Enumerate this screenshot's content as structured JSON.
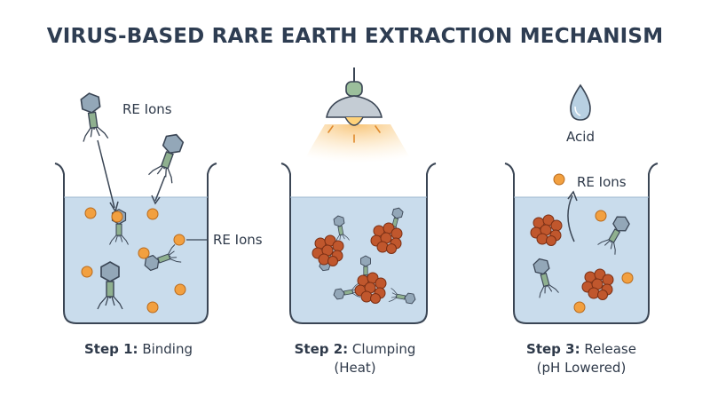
{
  "title": "VIRUS-BASED RARE EARTH EXTRACTION MECHANISM",
  "labels": {
    "re_ions_step1_top": "RE Ions",
    "re_ions_step1_side": "RE Ions",
    "acid": "Acid",
    "re_ions_step3": "RE Ions"
  },
  "steps": [
    {
      "bold": "Step 1:",
      "text": "Binding",
      "sub": ""
    },
    {
      "bold": "Step 2:",
      "text": "Clumping",
      "sub": "(Heat)"
    },
    {
      "bold": "Step 3:",
      "text": "Release",
      "sub": "(pH Lowered)"
    }
  ],
  "colors": {
    "liquid": "#c9dcec",
    "beaker_stroke": "#3a4554",
    "ion": "#f2a040",
    "clump": "#c0572d",
    "virus_head": "#93a7b8",
    "virus_tail": "#8fb08f",
    "lamp": "#9bbf9b",
    "acid_drop": "#b8d0e2"
  }
}
